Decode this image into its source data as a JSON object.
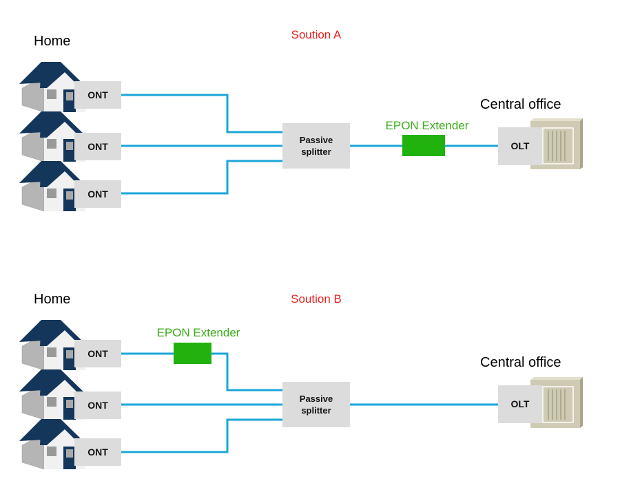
{
  "solution_a": {
    "title": "Soution A",
    "home_label": "Home",
    "central_label": "Central office",
    "ont_labels": [
      "ONT",
      "ONT",
      "ONT"
    ],
    "splitter_label": [
      "Passive",
      "splitter"
    ],
    "extender_label": "EPON Extender",
    "olt_label": "OLT"
  },
  "solution_b": {
    "title": "Soution B",
    "home_label": "Home",
    "central_label": "Central office",
    "ont_labels": [
      "ONT",
      "ONT",
      "ONT"
    ],
    "splitter_label": [
      "Passive",
      "splitter"
    ],
    "extender_label": "EPON Extender",
    "olt_label": "OLT"
  },
  "colors": {
    "title": "#e8211d",
    "extender_text": "#3aad1a",
    "extender_fill": "#21b20d",
    "fiber": "#1aa6d8",
    "box_fill": "#dcdcdc",
    "roof": "#14365a",
    "house_wall": "#f1f1f1",
    "house_side": "#b5b5b5",
    "olt_cabinet": "#cfcab4"
  },
  "icons": {
    "house": "house-icon",
    "olt": "olt-cabinet-icon"
  }
}
